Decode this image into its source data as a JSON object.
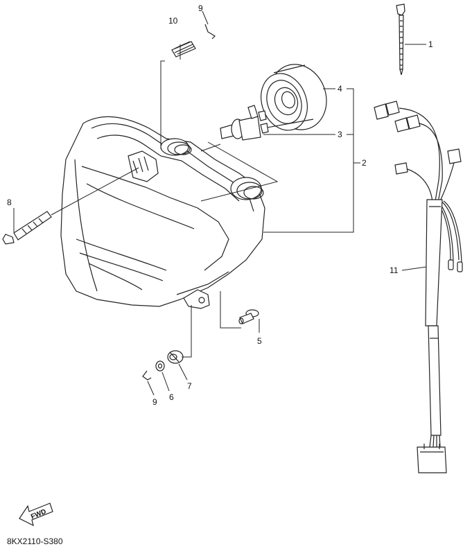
{
  "diagram": {
    "part_code": "8KX2110-S380",
    "fwd_label": "FWD",
    "callouts": [
      {
        "id": "c1",
        "label": "1"
      },
      {
        "id": "c2",
        "label": "2"
      },
      {
        "id": "c3",
        "label": "3"
      },
      {
        "id": "c4",
        "label": "4"
      },
      {
        "id": "c5",
        "label": "5"
      },
      {
        "id": "c6",
        "label": "6"
      },
      {
        "id": "c7",
        "label": "7"
      },
      {
        "id": "c8",
        "label": "8"
      },
      {
        "id": "c9a",
        "label": "9"
      },
      {
        "id": "c9b",
        "label": "9"
      },
      {
        "id": "c10",
        "label": "10"
      },
      {
        "id": "c11",
        "label": "11"
      }
    ]
  }
}
